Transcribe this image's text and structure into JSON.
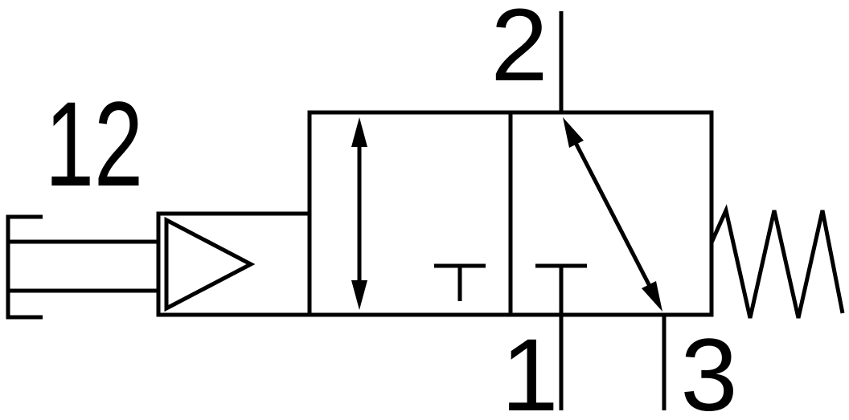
{
  "schematic": {
    "labels": {
      "pilot_port": "12",
      "port_2": "2",
      "port_1": "1",
      "port_3": "3"
    },
    "components": {
      "pilot_actuator": "pneumatic-pilot-triangle-icon",
      "position_left": "flow-path-double-arrow-vertical-icon",
      "position_right": "flow-path-double-arrow-diagonal-icon",
      "blocked_port": "blocked-port-tee-icon",
      "return_mechanism": "spring-icon"
    },
    "colors": {
      "stroke": "#000000",
      "background": "#ffffff"
    }
  }
}
